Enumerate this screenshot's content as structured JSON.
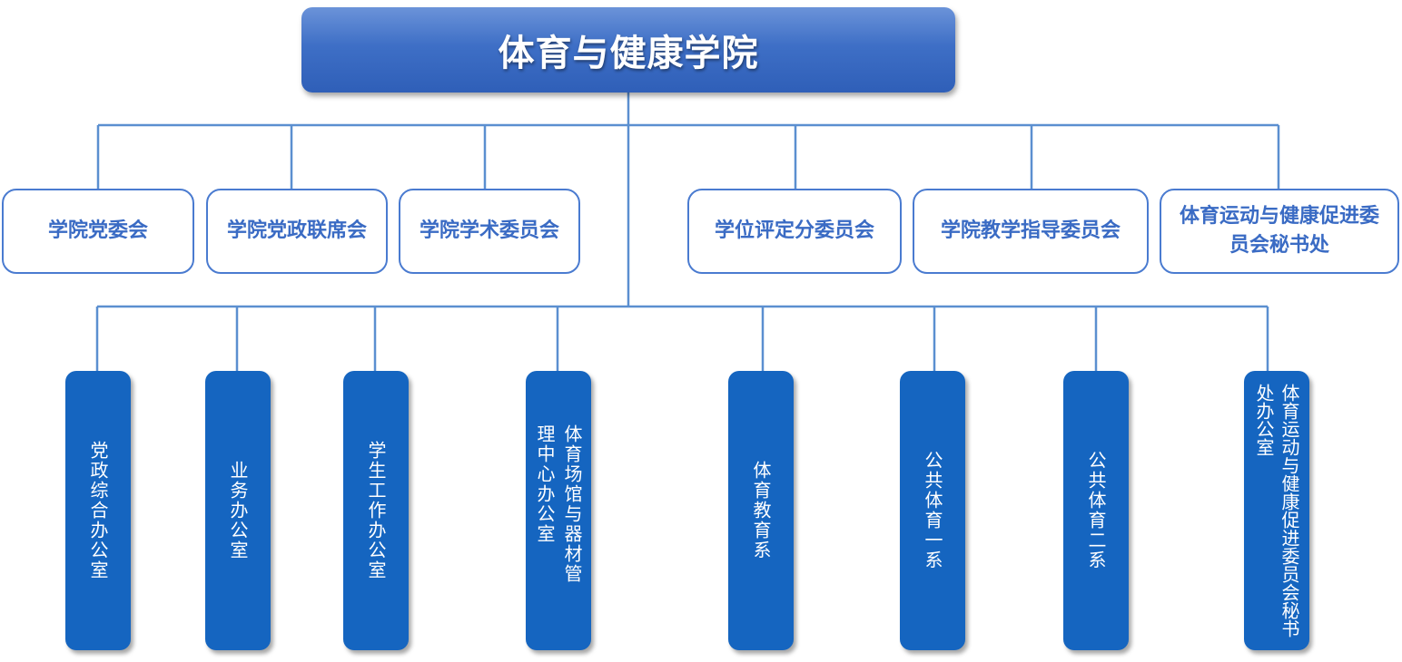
{
  "root": {
    "label": "体育与健康学院"
  },
  "committees": [
    {
      "label": "学院党委会"
    },
    {
      "label": "学院党政联席会"
    },
    {
      "label": "学院学术委员会"
    },
    {
      "label": "学位评定分委员会"
    },
    {
      "label": "学院教学指导委员会"
    },
    {
      "label": "体育运动与健康促进委员会秘书处"
    }
  ],
  "offices": [
    {
      "label": "党政综合办公室"
    },
    {
      "label": "业务办公室"
    },
    {
      "label": "学生工作办公室"
    },
    {
      "label": "体育场馆与器材管理中心办公室"
    },
    {
      "label": "体育教育系"
    },
    {
      "label": "公共体育一系"
    },
    {
      "label": "公共体育二系"
    },
    {
      "label": "体育运动与健康促进委员会秘书处办公室"
    }
  ],
  "colors": {
    "root_gradient_top": "#6b93d9",
    "root_gradient_bottom": "#2f5fb8",
    "connector": "#5b8fd0",
    "committee_border": "#4a7bd0",
    "committee_text": "#3a6bc4",
    "office_fill": "#1565c0"
  }
}
